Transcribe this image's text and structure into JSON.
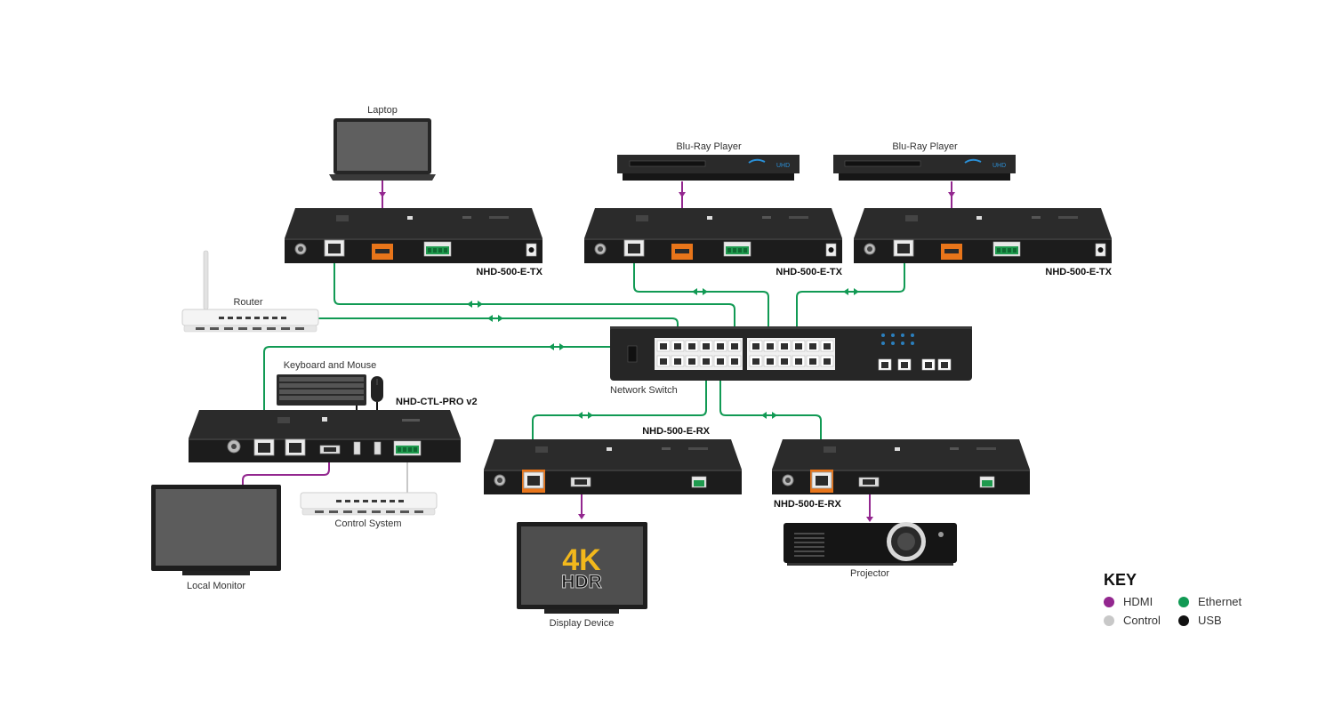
{
  "colors": {
    "hdmi": "#93278f",
    "ethernet": "#119a54",
    "control": "#c8c8c8",
    "usb": "#111111",
    "device_body": "#2b2b2b",
    "device_front": "#1f1f1f",
    "port_orange": "#e8751a"
  },
  "devices": {
    "laptop": "Laptop",
    "bluray_1": "Blu-Ray Player",
    "bluray_2": "Blu-Ray Player",
    "bluray_brand": "UHD",
    "tx_1": "NHD-500-E-TX",
    "tx_2": "NHD-500-E-TX",
    "tx_3": "NHD-500-E-TX",
    "router": "Router",
    "network_switch": "Network Switch",
    "keyboard_mouse": "Keyboard and Mouse",
    "controller": "NHD-CTL-PRO v2",
    "rx_1": "NHD-500-E-RX",
    "rx_2": "NHD-500-E-RX",
    "local_monitor": "Local Monitor",
    "control_system": "Control System",
    "display_device": "Display Device",
    "projector": "Projector",
    "display_4k": "4K",
    "display_hdr": "HDR"
  },
  "key": {
    "title": "KEY",
    "items": [
      {
        "label": "HDMI",
        "color": "#93278f"
      },
      {
        "label": "Ethernet",
        "color": "#119a54"
      },
      {
        "label": "Control",
        "color": "#c8c8c8"
      },
      {
        "label": "USB",
        "color": "#111111"
      }
    ]
  }
}
